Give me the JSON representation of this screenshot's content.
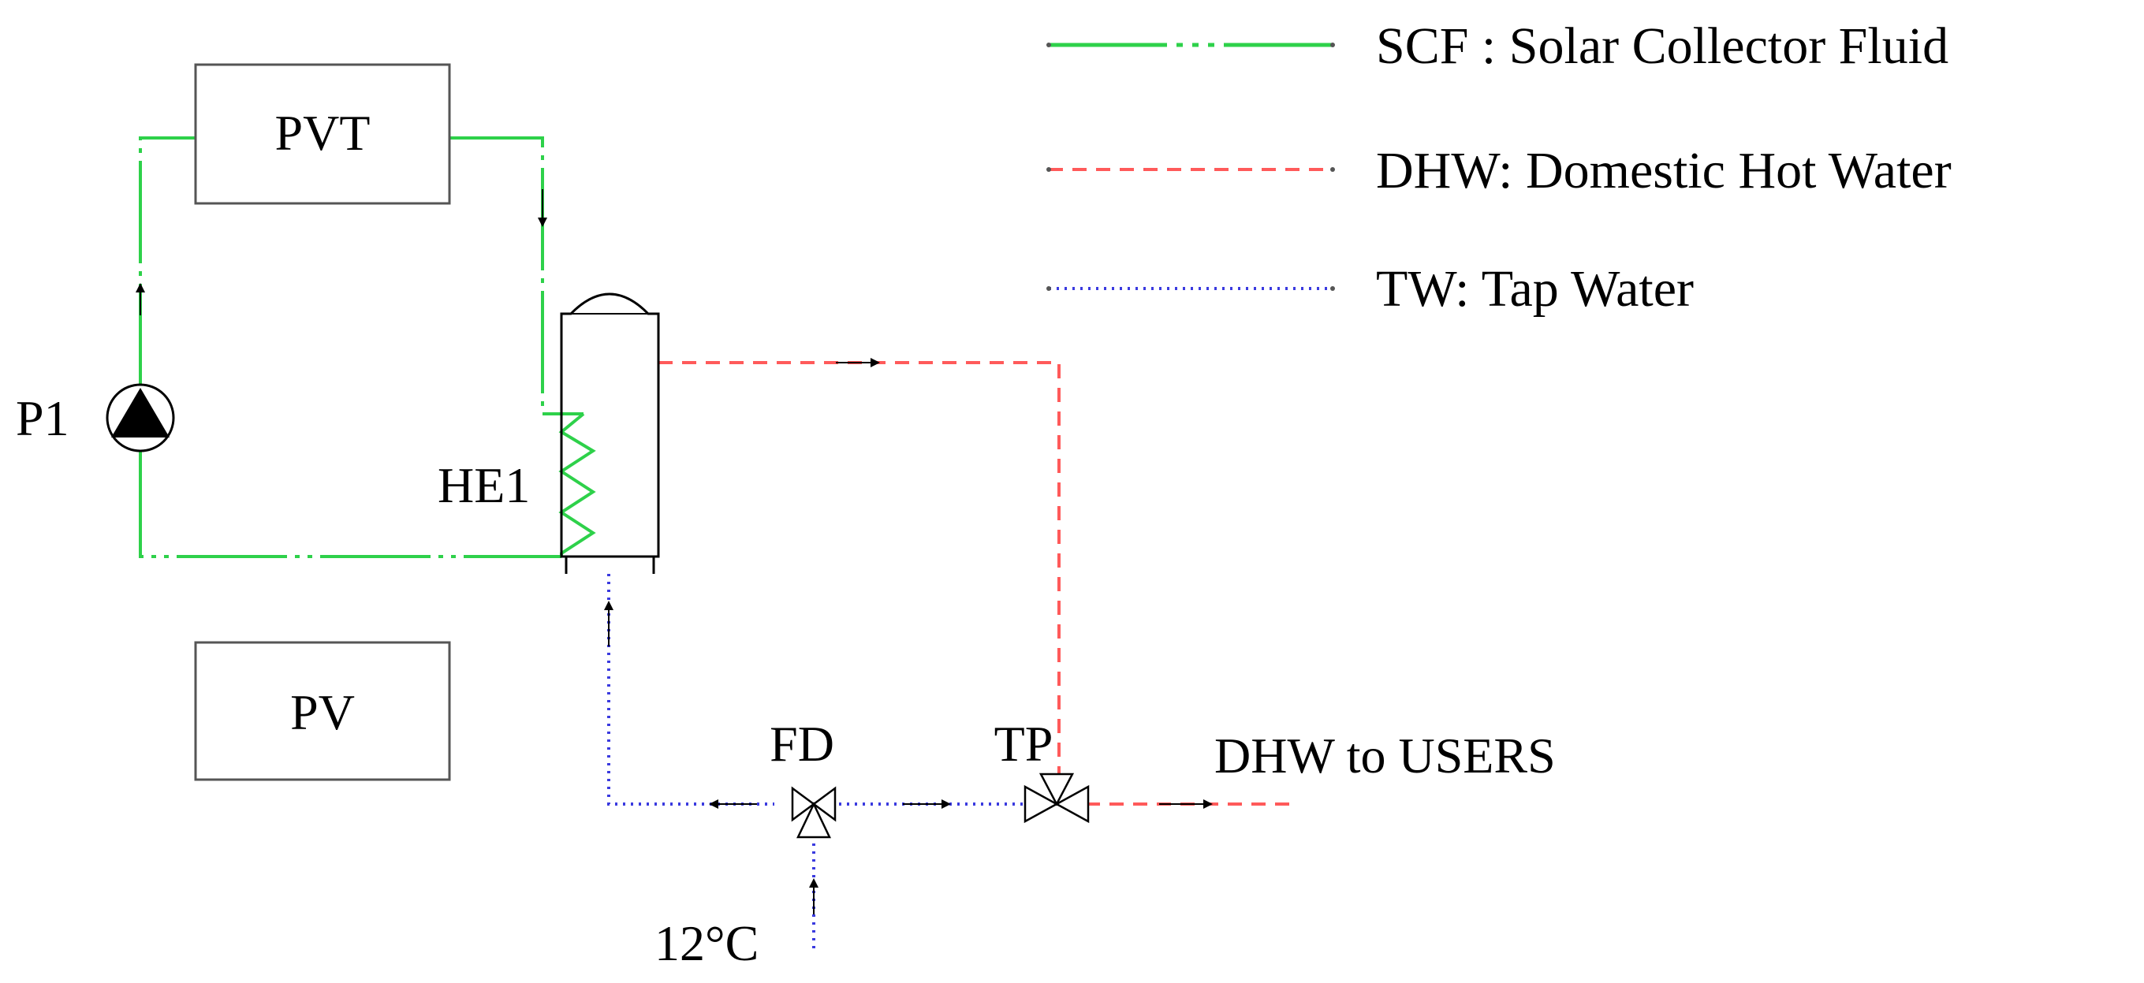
{
  "legend": {
    "scf": {
      "text": "SCF : Solar Collector Fluid",
      "color": "#2ed14a"
    },
    "dhw": {
      "text": "DHW: Domestic Hot Water",
      "color": "#ff5a5a"
    },
    "tw": {
      "text": "TW: Tap Water",
      "color": "#3a3adf"
    }
  },
  "components": {
    "pvt": "PVT",
    "pv": "PV",
    "pump": "P1",
    "heat_exchanger": "HE1",
    "flow_diverter": "FD",
    "tap_valve": "TP",
    "users_outlet": "DHW to USERS",
    "inlet_temperature": "12°C"
  },
  "icons": {
    "pump": "circulating-pump-icon",
    "tank": "storage-tank-icon",
    "coil": "heat-exchanger-coil-icon",
    "valve": "three-way-valve-icon"
  }
}
